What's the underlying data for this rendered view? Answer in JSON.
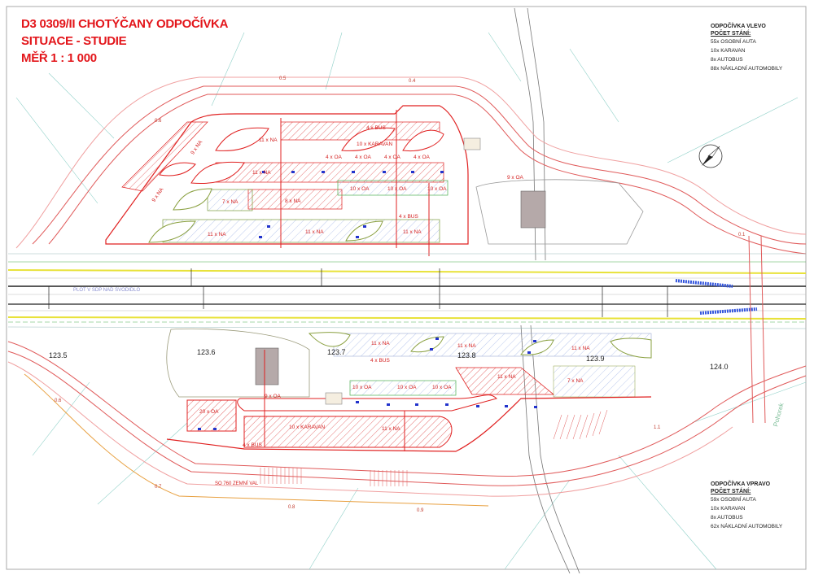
{
  "title": {
    "line1": "D3 0309/II CHOTÝČANY ODPOČÍVKA",
    "line2": "SITUACE - STUDIE",
    "line3": "MĚŘ 1 : 1 000"
  },
  "legend_left": {
    "heading": "ODPOČÍVKA VLEVO",
    "subheading": "POČET STÁNÍ:",
    "items": [
      "55x  OSOBNÍ AUTA",
      "10x  KARAVAN",
      "8x  AUTOBUS",
      "88x  NÁKLADNÍ AUTOMOBILY"
    ]
  },
  "legend_right": {
    "heading": "ODPOČÍVKA VPRAVO",
    "subheading": "POČET STÁNÍ:",
    "items": [
      "59x  OSOBNÍ AUTA",
      "10x  KARAVAN",
      "8x  AUTOBUS",
      "62x  NÁKLADNÍ AUTOMOBILY"
    ]
  },
  "top_area_labels": [
    "4 x BUS",
    "11 x NA",
    "10 x KARAVAN",
    "4 x OA",
    "4 x OA",
    "4 x OA",
    "4 x OA",
    "9 x NA",
    "11 x NA",
    "10 x OA",
    "10 x OA",
    "10 x OA",
    "7 x NA",
    "8 x NA",
    "4 x BUS",
    "11 x NA",
    "11 x NA",
    "11 x NA",
    "9 x NA",
    "9 x OA"
  ],
  "bottom_area_labels": [
    "11 x NA",
    "11 x NA",
    "11 x NA",
    "4 x BUS",
    "11 x NA",
    "7 x NA",
    "10 x OA",
    "10 x OA",
    "10 x OA",
    "9 x OA",
    "20 x OA",
    "10 x KARAVAN",
    "11 x NA",
    "4 x BUS"
  ],
  "stations": [
    "123.5",
    "123.6",
    "123.7",
    "123.8",
    "123.9",
    "124.0"
  ],
  "annotations": {
    "fence": "PLOT V SDP NAD SVODIDLO",
    "earth_wall": "SO 760 ZEMNÍ VAL",
    "stream": "Pohorek"
  },
  "chainage": [
    "0.5",
    "0.4",
    "0.6",
    "0.7",
    "0.8",
    "0.9",
    "0.6",
    "1.1",
    "0.1"
  ],
  "colors": {
    "title": "#e3161b",
    "parking": "#e02020",
    "truck_hatch": "#8fa6e0",
    "highway": "#222222",
    "shoulder": "#e8e23a"
  }
}
